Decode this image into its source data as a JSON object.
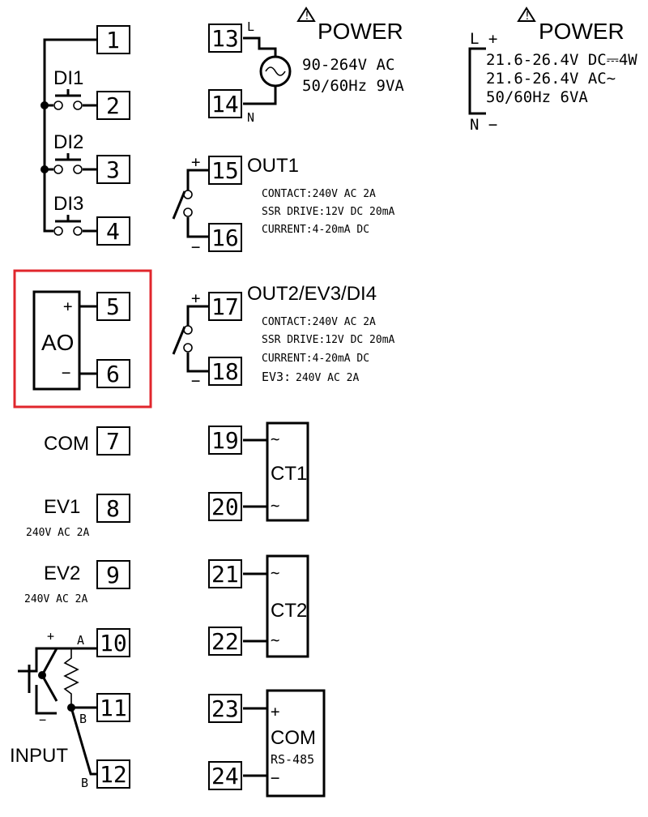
{
  "terminals": [
    "1",
    "2",
    "3",
    "4",
    "5",
    "6",
    "7",
    "8",
    "9",
    "10",
    "11",
    "12",
    "13",
    "14",
    "15",
    "16",
    "17",
    "18",
    "19",
    "20",
    "21",
    "22",
    "23",
    "24"
  ],
  "digital_inputs": [
    "DI1",
    "DI2",
    "DI3"
  ],
  "ao_block": {
    "label": "AO",
    "plus": "+",
    "minus": "−",
    "highlight_color": "#e0262c"
  },
  "com_label": "COM",
  "ev1": {
    "label": "EV1",
    "rating": "240V AC 2A"
  },
  "ev2": {
    "label": "EV2",
    "rating": "240V AC 2A"
  },
  "input": {
    "label": "INPUT",
    "plus": "+",
    "minus": "−",
    "a": "A",
    "b1": "B",
    "b2": "B"
  },
  "power_ac": {
    "title": "POWER",
    "l": "L",
    "n": "N",
    "spec1": "90-264V AC",
    "spec2": "50/60Hz 9VA"
  },
  "power_dc": {
    "title": "POWER",
    "l": "L +",
    "n": "N −",
    "spec1": "21.6-26.4V DC⎓4W",
    "spec2": "21.6-26.4V AC∼",
    "spec3": "50/60Hz 6VA"
  },
  "out1": {
    "title": "OUT1",
    "plus": "+",
    "minus": "−",
    "specs": [
      "CONTACT:240V AC 2A",
      "SSR DRIVE:12V DC 20mA",
      "CURRENT:4-20mA DC"
    ]
  },
  "out2": {
    "title": "OUT2/EV3/DI4",
    "plus": "+",
    "minus": "−",
    "specs": [
      "CONTACT:240V AC 2A",
      "SSR DRIVE:12V DC 20mA",
      "CURRENT:4-20mA DC"
    ],
    "ev3_label": "EV3:",
    "ev3_rating": "240V AC 2A"
  },
  "ct1": {
    "label": "CT1",
    "tilde": "∼"
  },
  "ct2": {
    "label": "CT2",
    "tilde": "∼"
  },
  "com485": {
    "label": "COM",
    "sub": "RS-485",
    "plus": "+",
    "minus": "−"
  }
}
